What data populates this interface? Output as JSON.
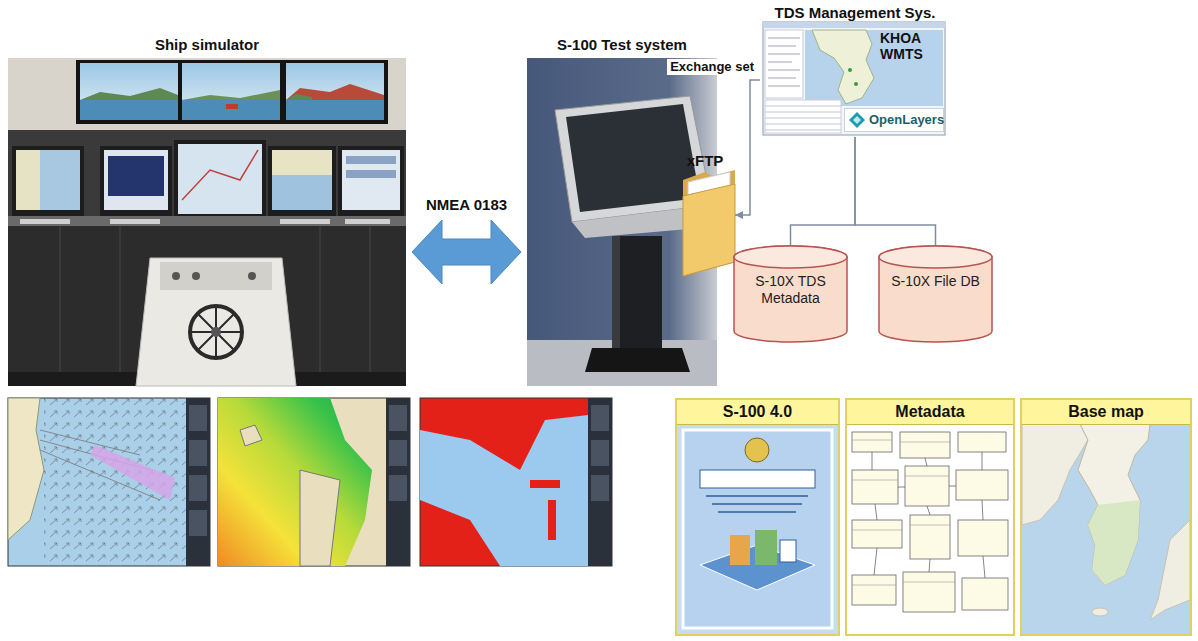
{
  "diagram": {
    "nodes": [
      {
        "text": [
          "Ship simulator"
        ]
      },
      {
        "text": [
          "S-100 Test system"
        ]
      },
      {
        "text": [
          "xFTP"
        ]
      },
      {
        "text": [
          "TDS Management Sys.",
          "KHOA WMTS"
        ]
      },
      {
        "text": [
          "OpenLayers"
        ],
        "in": 3
      },
      {
        "text": [
          "S-10X TDS Metadata"
        ]
      },
      {
        "text": [
          "S-10X File DB"
        ]
      },
      {
        "text": [
          "S-100 4.0"
        ]
      },
      {
        "text": [
          "Metadata"
        ]
      },
      {
        "text": [
          "Base map"
        ]
      }
    ],
    "edges": [
      {
        "from": 0,
        "to": 1,
        "arrow": "both",
        "label": "NMEA 0183"
      },
      {
        "from": 3,
        "to": 2,
        "arrow": "to",
        "label": "Exchange set"
      },
      {
        "from": 3,
        "to": 5,
        "arrow": "none"
      },
      {
        "from": 3,
        "to": 6,
        "arrow": "none"
      }
    ]
  }
}
